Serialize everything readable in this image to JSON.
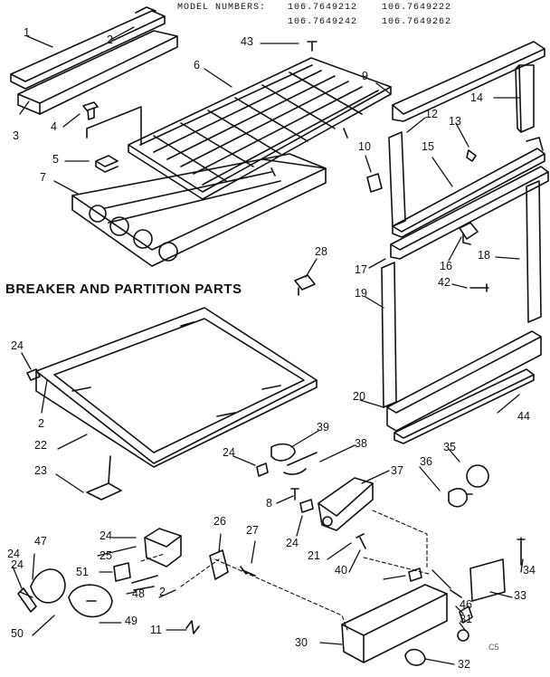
{
  "header": {
    "prefix": "MODEL NUMBERS:",
    "models": [
      "106.7649212",
      "106.7649222",
      "106.7649242",
      "106.7649262"
    ]
  },
  "section_title": "BREAKER AND PARTITION PARTS",
  "page_code": "C5",
  "callouts": [
    "1",
    "2",
    "3",
    "4",
    "5",
    "6",
    "7",
    "43",
    "9",
    "14",
    "12",
    "13",
    "10",
    "15",
    "28",
    "17",
    "16",
    "18",
    "42",
    "19",
    "24",
    "2",
    "22",
    "23",
    "20",
    "44",
    "39",
    "24",
    "38",
    "35",
    "36",
    "37",
    "8",
    "24",
    "21",
    "40",
    "24",
    "26",
    "27",
    "25",
    "51",
    "48",
    "2",
    "24",
    "34",
    "47",
    "24",
    "50",
    "49",
    "11",
    "30",
    "33",
    "46",
    "31",
    "32"
  ]
}
